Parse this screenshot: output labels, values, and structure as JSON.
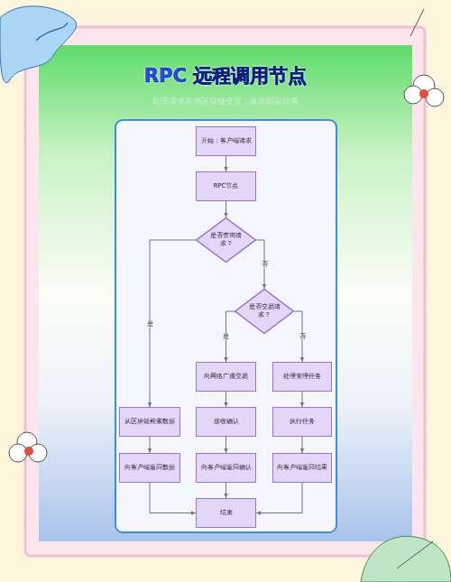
{
  "diagram": {
    "title": "RPC 远程调用节点",
    "caption": "处理请求并与区块链交互，返回相应结果",
    "nodes": [
      {
        "text": [
          "开始：客户端请求"
        ]
      },
      {
        "text": [
          "RPC节点"
        ]
      },
      {
        "text": [
          "是否查询请求？"
        ]
      },
      {
        "text": [
          "是否交易请求？"
        ]
      },
      {
        "text": [
          "向网络广播交易"
        ]
      },
      {
        "text": [
          "处理管理任务"
        ]
      },
      {
        "text": [
          "从区块链检索数据"
        ]
      },
      {
        "text": [
          "接收确认"
        ]
      },
      {
        "text": [
          "执行任务"
        ]
      },
      {
        "text": [
          "向客户端返回数据"
        ]
      },
      {
        "text": [
          "向客户端返回确认"
        ]
      },
      {
        "text": [
          "向客户端返回结果"
        ]
      },
      {
        "text": [
          "结束"
        ]
      }
    ],
    "edges": [
      {
        "from": 0,
        "to": 1,
        "arrow": "to"
      },
      {
        "from": 1,
        "to": 2,
        "arrow": "to"
      },
      {
        "from": 2,
        "to": 6,
        "label": "是",
        "arrow": "to"
      },
      {
        "from": 2,
        "to": 3,
        "label": "否",
        "arrow": "to"
      },
      {
        "from": 3,
        "to": 4,
        "label": "是",
        "arrow": "to"
      },
      {
        "from": 3,
        "to": 5,
        "label": "否",
        "arrow": "to"
      },
      {
        "from": 4,
        "to": 7,
        "arrow": "to"
      },
      {
        "from": 5,
        "to": 8,
        "arrow": "to"
      },
      {
        "from": 6,
        "to": 9,
        "arrow": "to"
      },
      {
        "from": 7,
        "to": 10,
        "arrow": "to"
      },
      {
        "from": 8,
        "to": 11,
        "arrow": "to"
      },
      {
        "from": 9,
        "to": 12,
        "arrow": "to"
      },
      {
        "from": 10,
        "to": 12,
        "arrow": "to"
      },
      {
        "from": 11,
        "to": 12,
        "arrow": "to"
      }
    ]
  }
}
